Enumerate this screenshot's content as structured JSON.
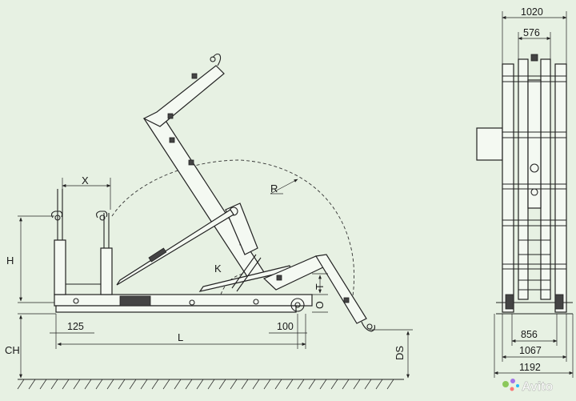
{
  "side_view": {
    "labels": {
      "x": "X",
      "r": "R",
      "k": "K",
      "h": "H",
      "ch": "CH",
      "ds": "DS",
      "l": "L",
      "t": "T",
      "o": "O"
    },
    "dims": {
      "d125": "125",
      "d100": "100"
    }
  },
  "rear_view": {
    "dims": {
      "w1020": "1020",
      "w576": "576",
      "w856": "856",
      "w1067": "1067",
      "w1192": "1192"
    }
  },
  "watermark": "Avito",
  "colors": {
    "background": "#e7f1e3",
    "line": "#222222"
  }
}
